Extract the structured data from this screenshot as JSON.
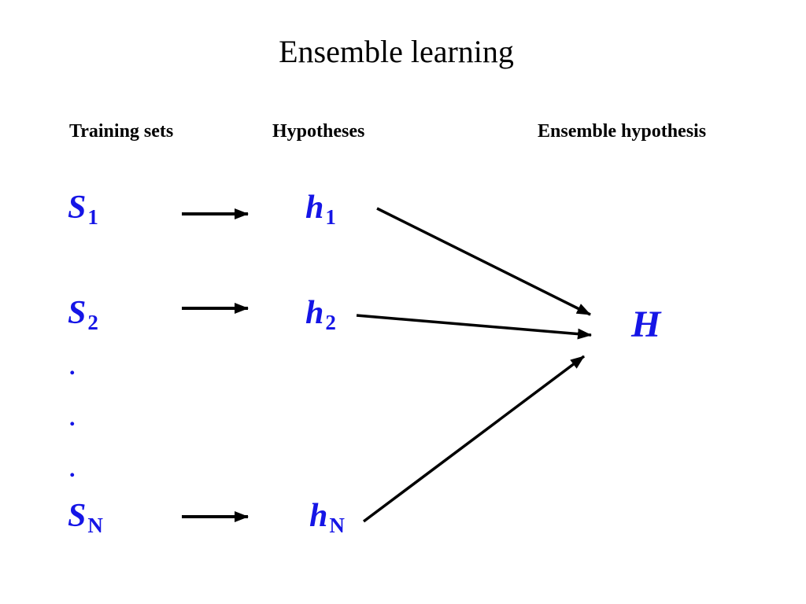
{
  "title": "Ensemble learning",
  "headers": {
    "training_sets": "Training sets",
    "hypotheses": "Hypotheses",
    "ensemble": "Ensemble hypothesis"
  },
  "colors": {
    "symbol": "#1515E6",
    "arrow": "#000000",
    "text": "#000000"
  },
  "training_sets": [
    {
      "letter": "S",
      "sub": "1"
    },
    {
      "letter": "S",
      "sub": "2"
    },
    {
      "letter": "S",
      "sub": "N"
    }
  ],
  "hypotheses": [
    {
      "letter": "h",
      "sub": "1"
    },
    {
      "letter": "h",
      "sub": "2"
    },
    {
      "letter": "h",
      "sub": "N"
    }
  ],
  "ellipsis": [
    ".",
    ".",
    "."
  ],
  "ensemble_symbol": "H"
}
